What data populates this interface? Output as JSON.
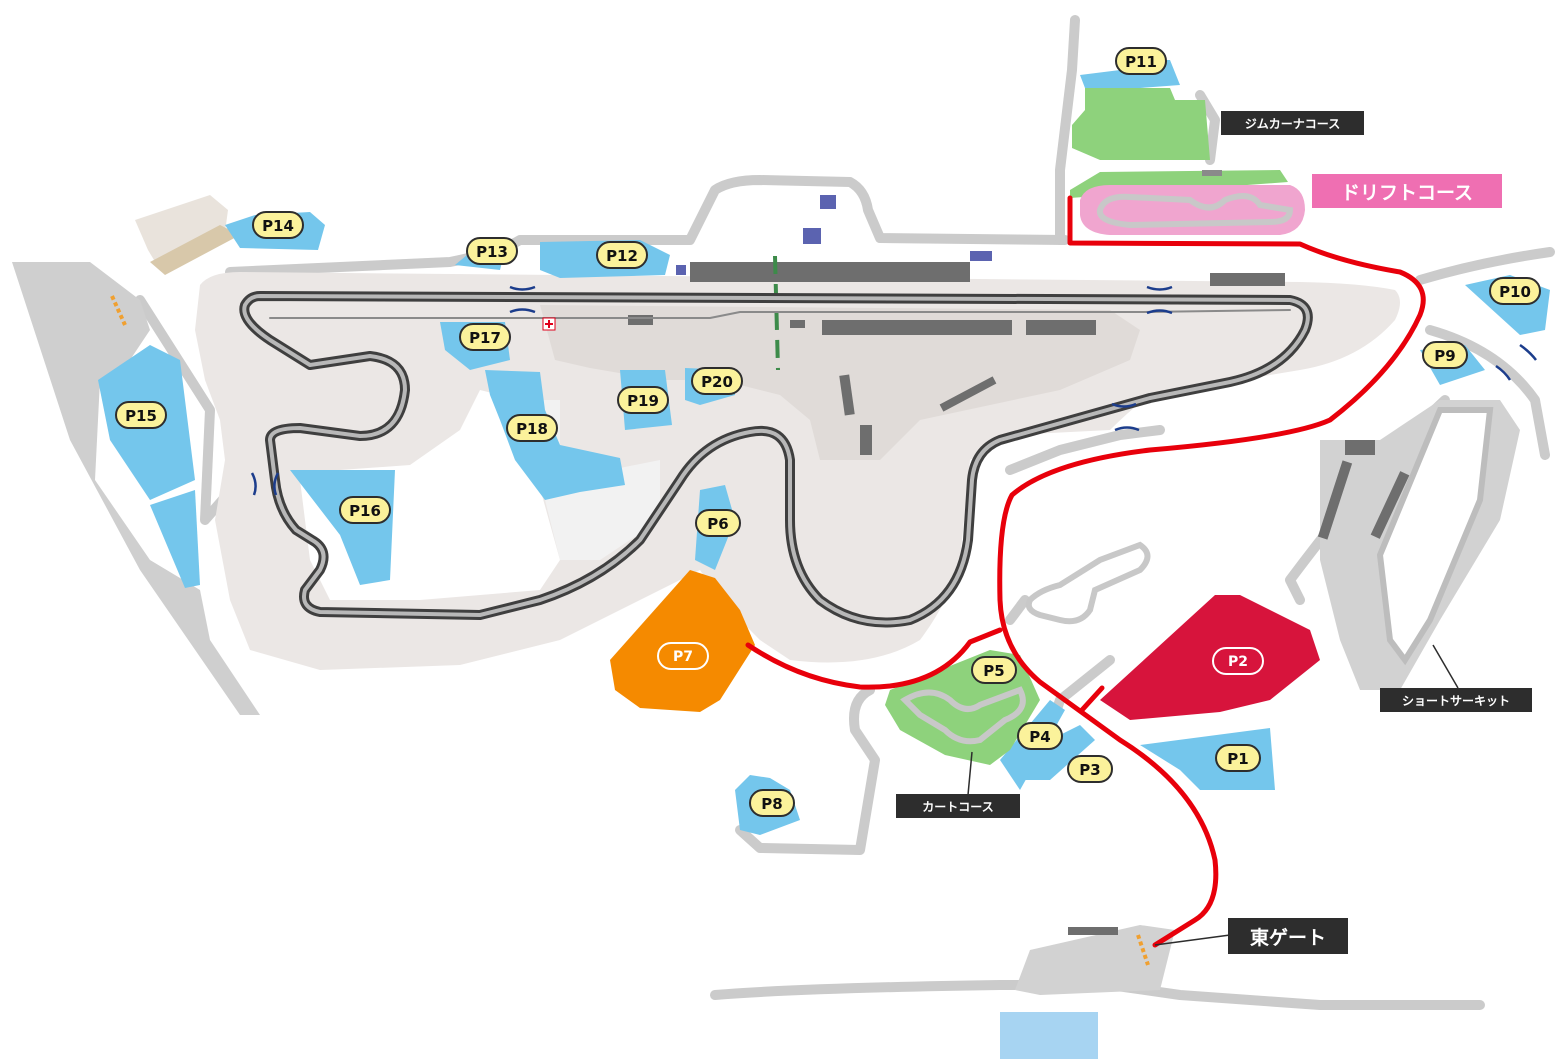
{
  "labels": {
    "gymkhana": "ジムカーナコース",
    "drift": "ドリフトコース",
    "short_circuit": "ショートサーキット",
    "kart": "カートコース",
    "east_gate": "東ゲート"
  },
  "parking": {
    "p1": "P1",
    "p2": "P2",
    "p3": "P3",
    "p4": "P4",
    "p5": "P5",
    "p6": "P6",
    "p7": "P7",
    "p8": "P8",
    "p9": "P9",
    "p10": "P10",
    "p11": "P11",
    "p12": "P12",
    "p13": "P13",
    "p14": "P14",
    "p15": "P15",
    "p16": "P16",
    "p17": "P17",
    "p18": "P18",
    "p19": "P19",
    "p20": "P20"
  },
  "colors": {
    "parking_area": "#74c6ec",
    "parking_badge": "#fbf29b",
    "route": "#e8000b",
    "p2_area": "#d7143c",
    "p7_area": "#f58a00",
    "green_area": "#8ed27c",
    "drift_area": "#f0a5cf",
    "paddock": "#e9e5e3",
    "road": "#cfcfcf",
    "track": "#444444"
  },
  "icons": [
    "first-aid-icon",
    "bridge-icon",
    "gate-icon"
  ]
}
